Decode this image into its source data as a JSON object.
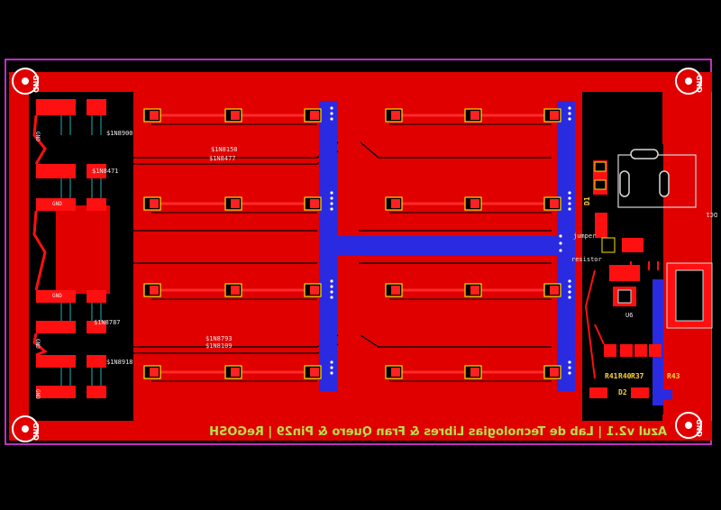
{
  "colors": {
    "background": "#000000",
    "outline": "#ff40ff",
    "copper_top": "#e00000",
    "copper_bright": "#ff1010",
    "copper_bottom": "#2020d0",
    "silk_text": "#b6e04a",
    "pad": "#ffe000"
  },
  "board_title": "Azul v2.1 | Lab de Tecnologias Libres & Fran Quero & Pin29 | ReGOSH",
  "mount_hole_label": "GND",
  "net_labels": {
    "n1": "$1N8900",
    "n2": "$1N8471",
    "n3": "$1N8158",
    "n4": "$1N8477",
    "n5": "$1N8787",
    "n6": "$1N8793",
    "n7": "$1N8109",
    "n8": "$1N8918"
  },
  "component_labels": {
    "dc1": "DC1",
    "d1": "D1",
    "d2": "D2",
    "u6": "U6",
    "r41": "R41",
    "r40": "R40",
    "r37": "R37",
    "r43": "R43",
    "jumper": "jumper",
    "resistor": "resistor"
  },
  "side_net_labels": {
    "gnd": "GND"
  }
}
